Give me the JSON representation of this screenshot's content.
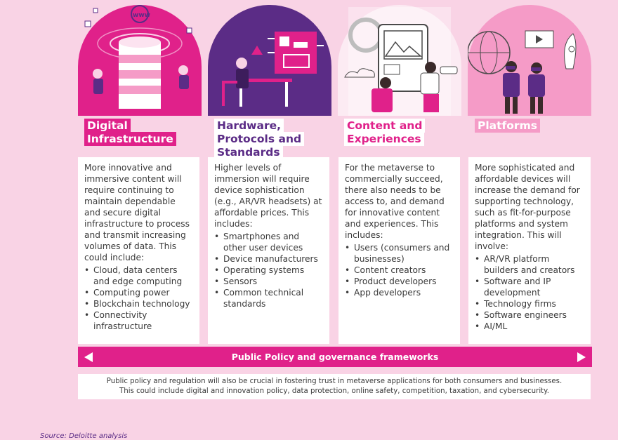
{
  "columns": [
    {
      "title": "Digital Infrastructure",
      "intro": "More innovative and immersive content will require continuing to maintain dependable and secure digital infrastructure to process and transmit increasing volumes of data. This could include:",
      "items": [
        "Cloud, data centers and edge computing",
        "Computing power",
        "Blockchain technology",
        "Connectivity infrastructure"
      ]
    },
    {
      "title": "Hardware, Protocols and Standards",
      "intro": "Higher levels of immersion will require device sophistication (e.g., AR/VR headsets) at affordable prices. This includes:",
      "items": [
        "Smartphones and other user devices",
        "Device manufacturers",
        "Operating systems",
        "Sensors",
        "Common technical standards"
      ]
    },
    {
      "title": "Content and Experiences",
      "intro": "For the metaverse to commercially succeed, there also needs to be access to, and demand for innovative content and experiences. This includes:",
      "items": [
        "Users (consumers and businesses)",
        "Content creators",
        "Product developers",
        "App developers"
      ]
    },
    {
      "title": "Platforms",
      "intro": "More sophisticated and affordable devices will increase the demand for supporting technology, such as fit-for-purpose platforms and system integration. This will involve:",
      "items": [
        "AR/VR platform builders and creators",
        "Software and IP development",
        "Technology firms",
        "Software engineers",
        "AI/ML"
      ]
    }
  ],
  "illustrations": [
    {
      "name": "digital-infrastructure-illustration",
      "icon": "server-stack-www-icon"
    },
    {
      "name": "hardware-illustration",
      "icon": "circuit-board-person-icon"
    },
    {
      "name": "content-illustration",
      "icon": "tablet-people-icon"
    },
    {
      "name": "platforms-illustration",
      "icon": "vr-headset-people-icon"
    }
  ],
  "banner": {
    "label": "Public Policy and governance frameworks",
    "left_icon": "triangle-left-icon",
    "right_icon": "triangle-right-icon"
  },
  "note": {
    "line1": "Public policy and regulation will also be crucial in fostering trust in metaverse applications for both consumers and businesses.",
    "line2": "This could include digital and innovation policy, data protection, online safety, competition, taxation, and cybersecurity."
  },
  "source": "Source: Deloitte analysis",
  "colors": {
    "magenta": "#e0218a",
    "purple": "#5b2c86",
    "light_pink": "#f59bc7",
    "background": "#f9d3e5"
  }
}
